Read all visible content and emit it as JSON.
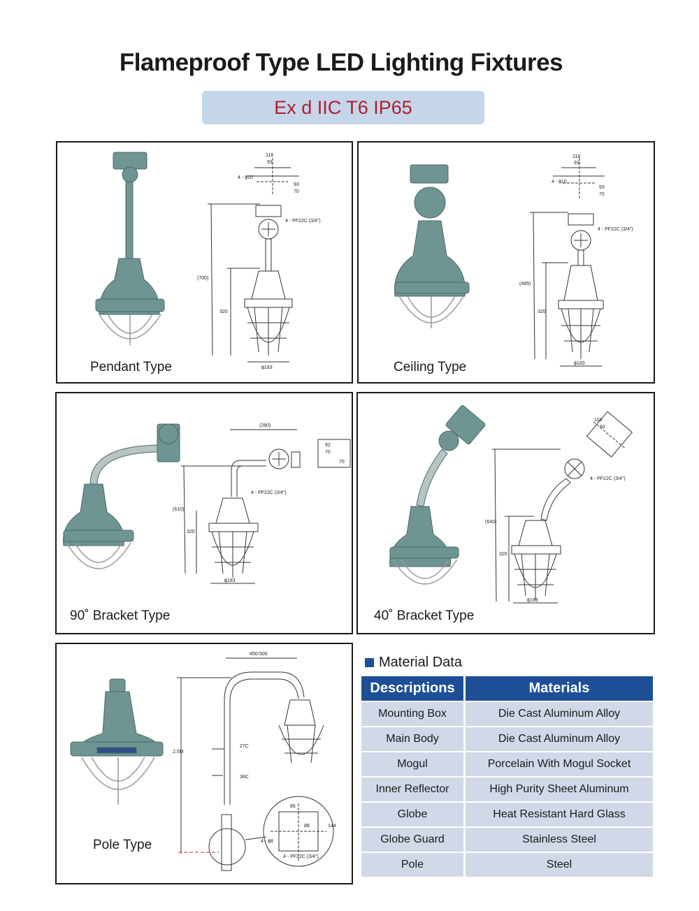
{
  "header": {
    "title": "Flameproof Type LED Lighting Fixtures",
    "subtitle": "Ex d IIC T6 IP65"
  },
  "panels": {
    "pendant": {
      "label": "Pendant Type",
      "dims": {
        "w1": "118",
        "w2": "93",
        "bolt": "4 - ϕ10",
        "h1": "93",
        "h2": "70",
        "conduit": "4 - PF22C (3/4\")",
        "total": "(700)",
        "lower": "320",
        "dia": "ϕ183"
      }
    },
    "ceiling": {
      "label": "Ceiling Type",
      "dims": {
        "w1": "118",
        "w2": "93",
        "bolt": "4 - ϕ10",
        "h1": "93",
        "h2": "70",
        "conduit": "4 - PF22C (3/4\")",
        "total": "(485)",
        "lower": "320",
        "dia": "ϕ183"
      }
    },
    "bracket90": {
      "label": "90˚ Bracket Type",
      "dims": {
        "reach": "(280)",
        "w1": "92",
        "w2": "70",
        "h1": "70",
        "conduit": "4 - PF22C (3/4\")",
        "total": "(610)",
        "lower": "320",
        "dia": "ϕ183"
      }
    },
    "bracket40": {
      "label": "40˚ Bracket Type",
      "dims": {
        "w1": "118",
        "w2": "93",
        "conduit": "4 - PF22C (3/4\")",
        "total": "(640)",
        "lower": "320",
        "dia": "ϕ183"
      }
    },
    "pole": {
      "label": "Pole Type",
      "dims": {
        "reach": "450-500",
        "height": "2.5M",
        "d1": "27C",
        "d2": "36C",
        "c1": "85",
        "c2": "144",
        "c3": "88",
        "bolt": "4 - ϕ8",
        "conduit": "4 - PF22C (3/4\")"
      }
    }
  },
  "material": {
    "title": "Material Data",
    "headers": [
      "Descriptions",
      "Materials"
    ],
    "rows": [
      [
        "Mounting Box",
        "Die Cast Aluminum Alloy"
      ],
      [
        "Main Body",
        "Die Cast Aluminum Alloy"
      ],
      [
        "Mogul",
        "Porcelain With Mogul Socket"
      ],
      [
        "Inner Reflector",
        "High Purity Sheet Aluminum"
      ],
      [
        "Globe",
        "Heat Resistant Hard Glass"
      ],
      [
        "Globe Guard",
        "Stainless Steel"
      ],
      [
        "Pole",
        "Steel"
      ]
    ]
  },
  "colors": {
    "accent": "#1e4f96",
    "subtitle_bg": "#c5d5ea",
    "subtitle_text": "#b01e2e",
    "fixture": "#6f9593"
  }
}
